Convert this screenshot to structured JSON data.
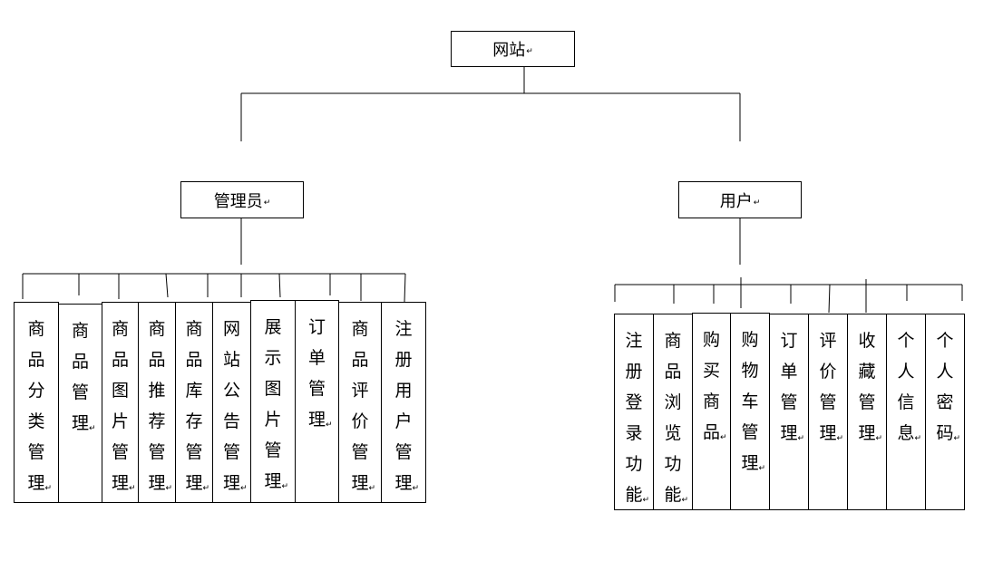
{
  "root": {
    "label": "网站"
  },
  "groups": [
    {
      "label": "管理员",
      "children": [
        "商品分类管理",
        "商品管理",
        "商品图片管理",
        "商品推荐管理",
        "商品库存管理",
        "网站公告管理",
        "展示图片管理",
        "订单管理",
        "商品评价管理",
        "注册用户管理"
      ]
    },
    {
      "label": "用户",
      "children": [
        "注册登录功能",
        "商品浏览功能",
        "购买商品",
        "购物车管理",
        "订单管理",
        "评价管理",
        "收藏管理",
        "个人信息",
        "个人密码"
      ]
    }
  ],
  "para_mark": "↵"
}
